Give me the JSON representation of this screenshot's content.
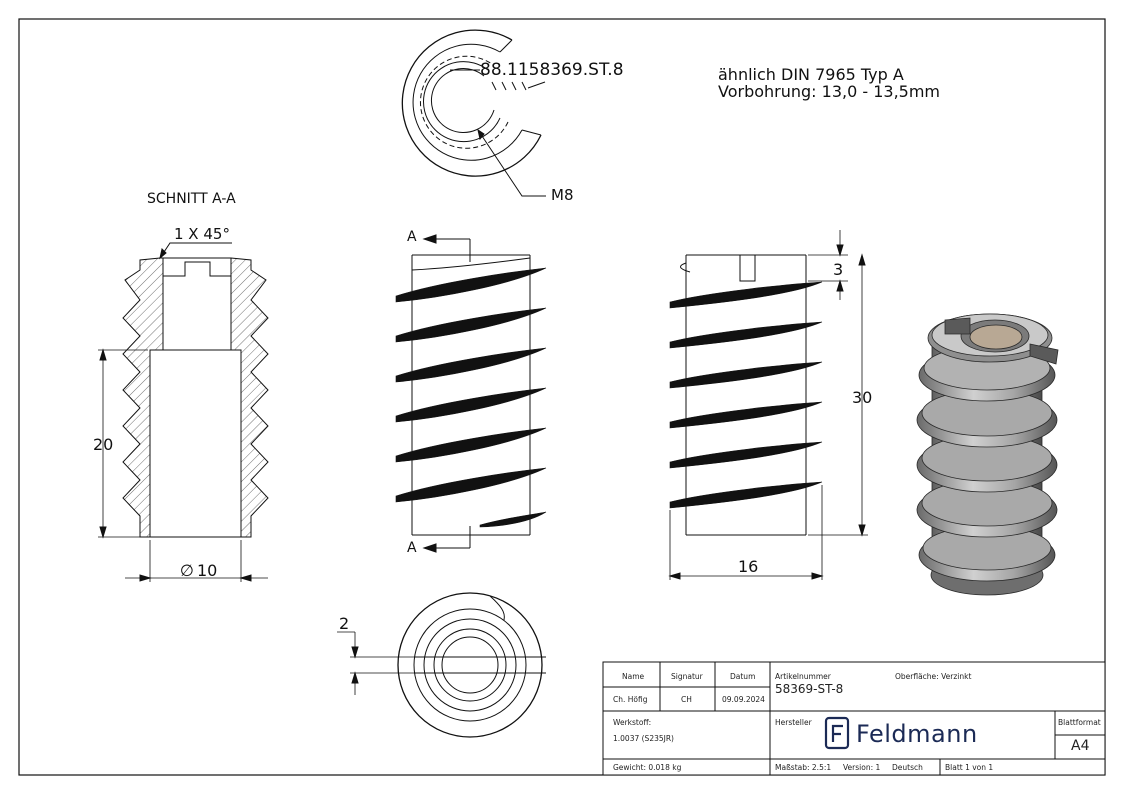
{
  "notes": {
    "line1": "ähnlich DIN 7965 Typ A",
    "line2": "Vorbohrung: 13,0 - 13,5mm",
    "part_code": "88.1158369.ST.8",
    "thread": "M8",
    "section_title": "SCHNITT A-A",
    "chamfer": "1 X 45°",
    "section_marker": "A"
  },
  "dimensions": {
    "bore_depth": "20",
    "diameter": "10",
    "slot_depth": "3",
    "length": "30",
    "width": "16",
    "slot_width": "2",
    "diameter_symbol": "∅"
  },
  "title_block": {
    "header_name": "Name",
    "header_signatur": "Signatur",
    "header_datum": "Datum",
    "name": "Ch. Höfig",
    "signatur": "CH",
    "datum": "09.09.2024",
    "artikelnummer_label": "Artikelnummer",
    "artikelnummer": "58369-ST-8",
    "oberflaeche": "Oberfläche:  Verzinkt",
    "werkstoff_label": "Werkstoff:",
    "werkstoff": "1.0037 (S235JR)",
    "hersteller_label": "Hersteller",
    "brand": "Feldmann",
    "blattformat_label": "Blattformat",
    "blattformat": "A4",
    "gewicht": "Gewicht: 0.018 kg",
    "massstab": "Maßstab: 2.5:1",
    "version": "Version: 1",
    "sprache": "Deutsch",
    "blatt": "Blatt 1 von 1"
  },
  "colors": {
    "line": "#111111",
    "insert_dark": "#6b6b6b",
    "insert_mid": "#9a9a9a",
    "insert_light": "#c8c8c8",
    "logo": "#1b2a55"
  }
}
